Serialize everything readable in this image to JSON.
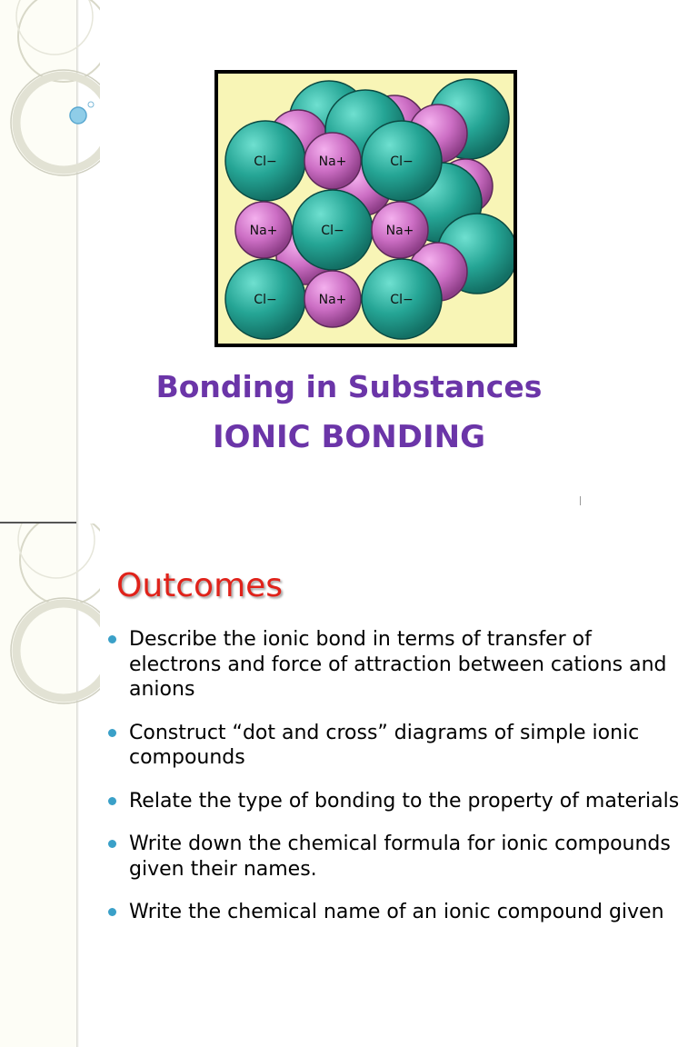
{
  "slide1": {
    "title": "Bonding in Substances",
    "subtitle": "IONIC BONDING",
    "ion_labels": {
      "row1": [
        "Cl−",
        "Na+",
        "Cl−"
      ],
      "row2": [
        "Na+",
        "Cl−",
        "Na+"
      ],
      "row3": [
        "Cl−",
        "Na+",
        "Cl−"
      ]
    }
  },
  "slide2": {
    "heading": "Outcomes",
    "bullets": [
      "Describe the ionic bond in terms of transfer of electrons and force of attraction between cations and anions",
      "Construct  “dot and cross” diagrams of simple ionic compounds",
      "Relate the type of bonding to the property of materials",
      "Write down the chemical formula for ionic compounds given their names.",
      "Write the chemical name of an ionic compound given"
    ]
  },
  "colors": {
    "title": "#6b35a8",
    "heading": "#e0221a",
    "bullet": "#3aa0c8",
    "chloride": "#2aa898",
    "sodium": "#d070c8",
    "crystal_bg": "#f8f5b6"
  }
}
